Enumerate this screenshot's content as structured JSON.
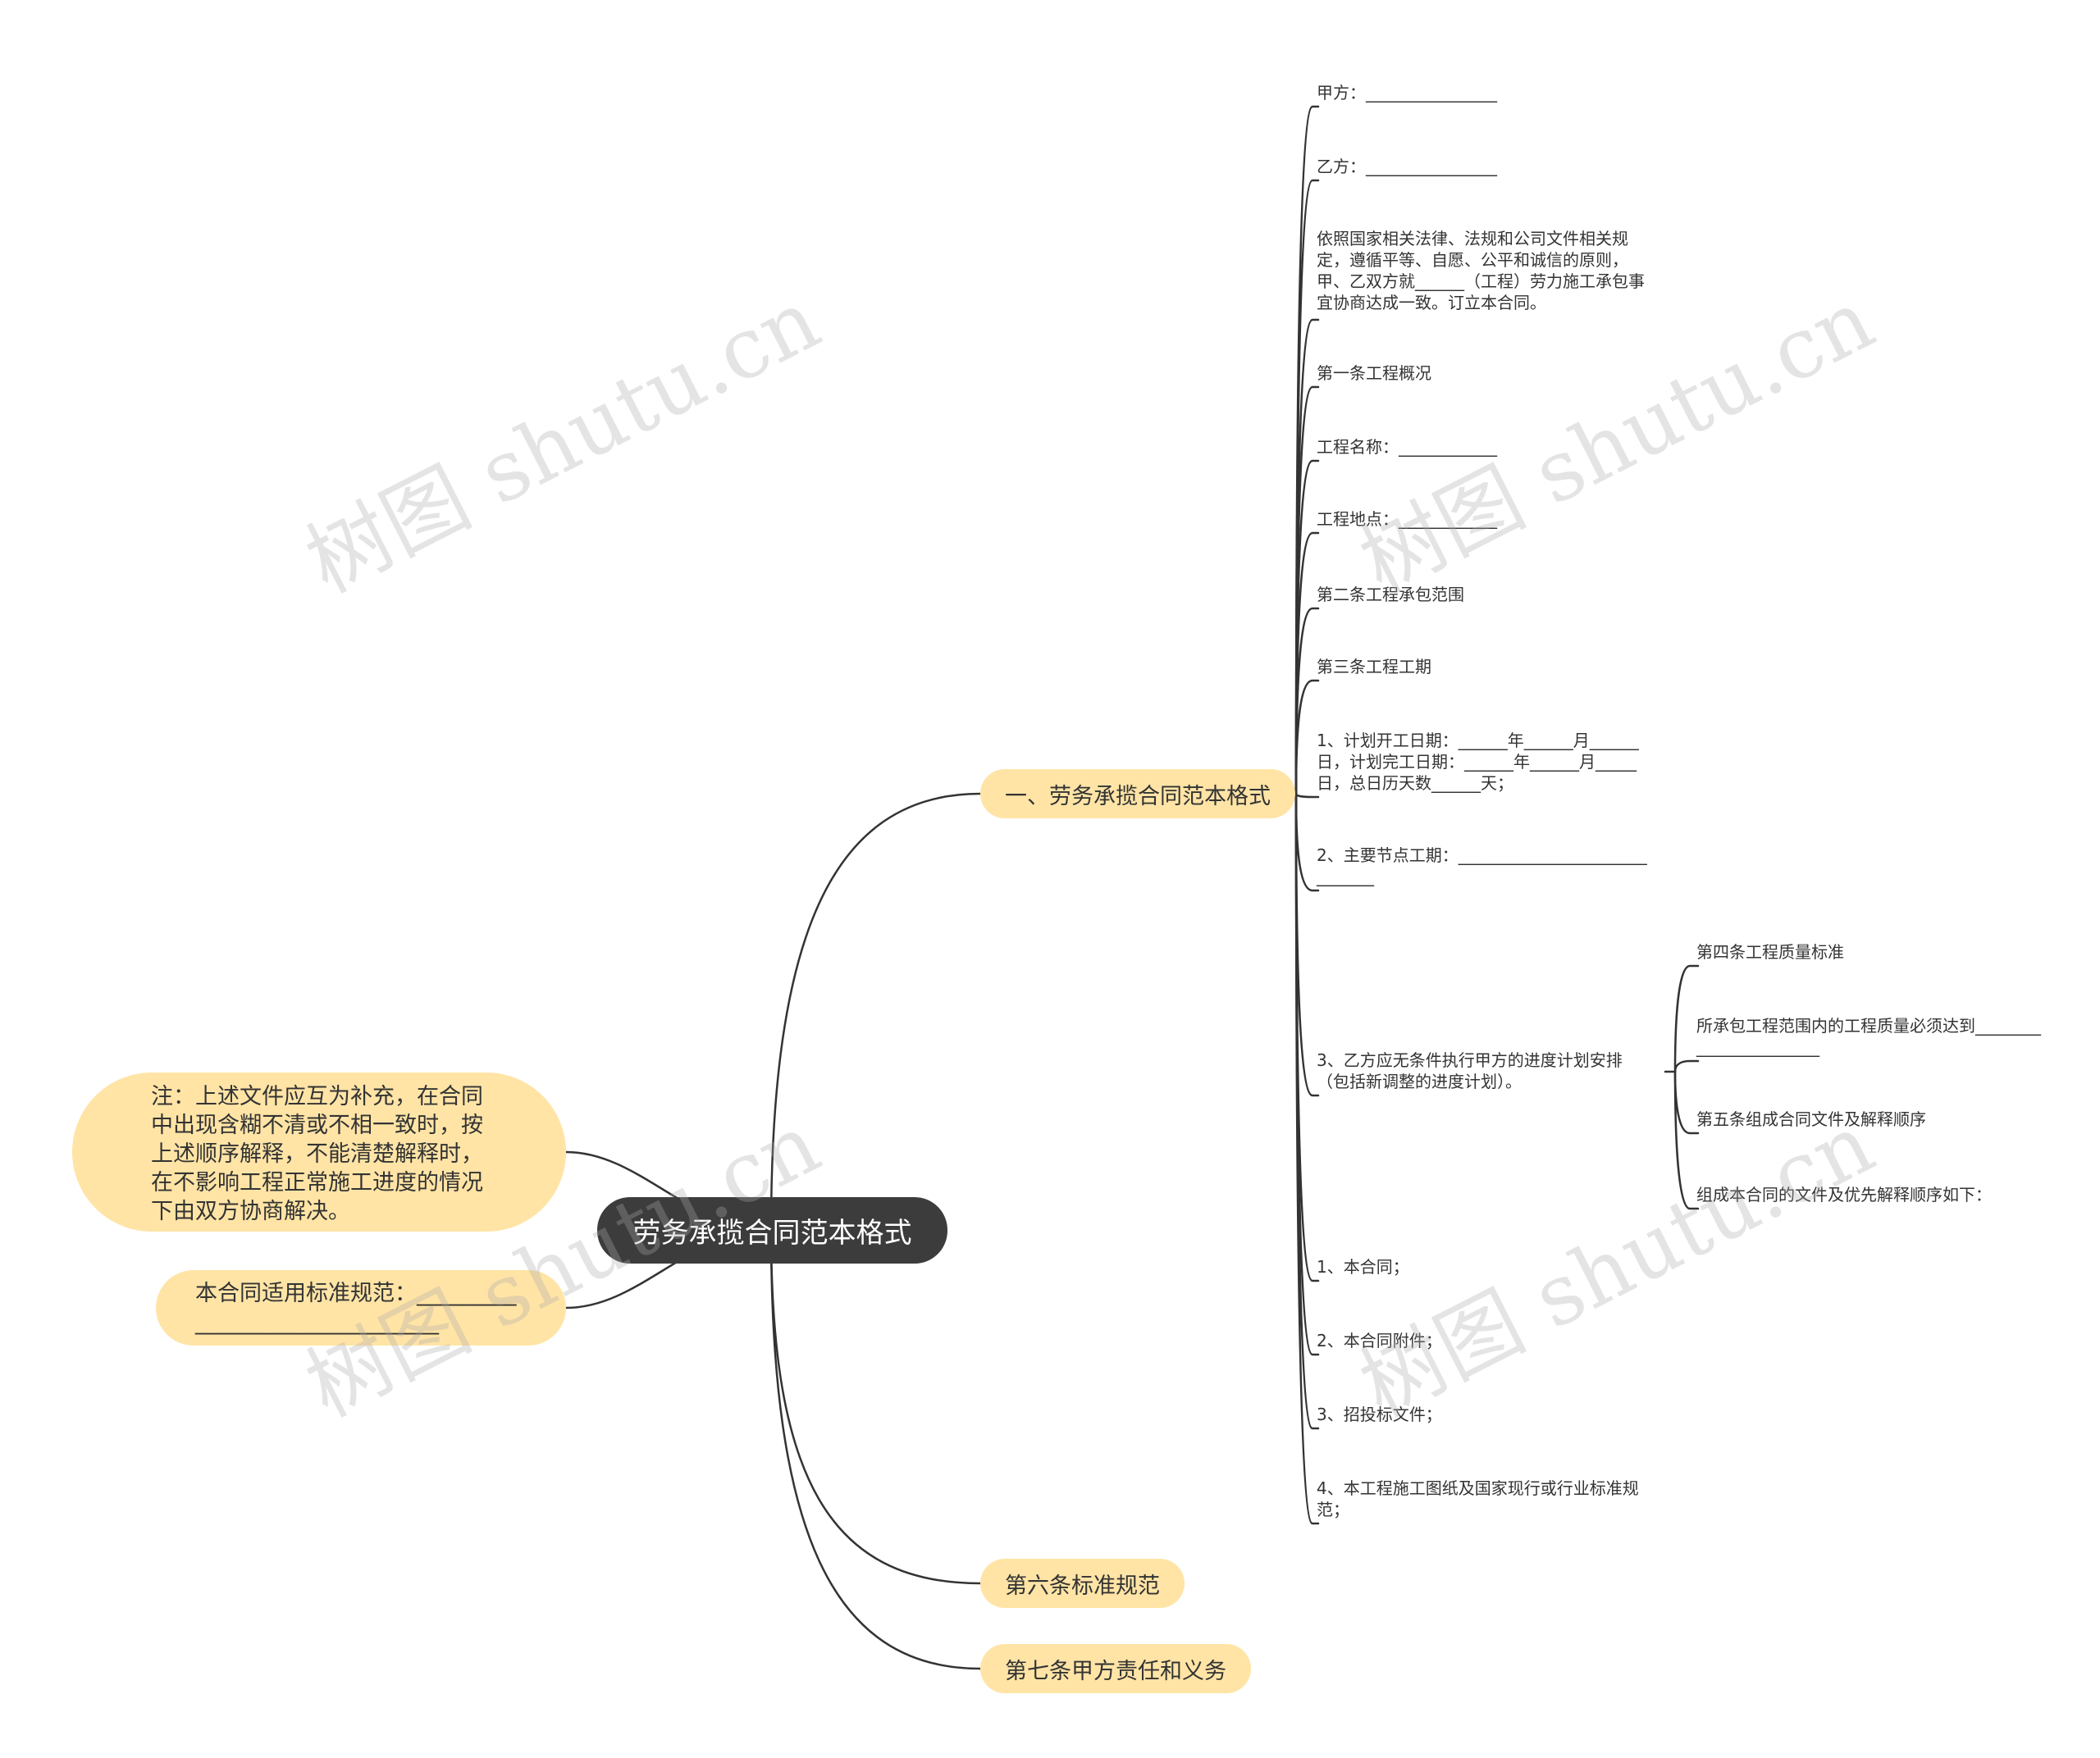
{
  "root": {
    "label": "劳务承揽合同范本格式"
  },
  "branches": {
    "b1": {
      "label": "一、劳务承揽合同范本格式"
    },
    "b6": {
      "label": "第六条标准规范"
    },
    "b7": {
      "label": "第七条甲方责任和义务"
    },
    "note": {
      "label": "注：上述文件应互为补充，在合同中出现含糊不清或不相一致时，按上述顺序解释，不能清楚解释时，在不影响工程正常施工进度的情况下由双方协商解决。"
    },
    "standard": {
      "label": "本合同适用标准规范：_______________________________"
    }
  },
  "leaves": [
    "甲方：________________",
    "乙方：________________",
    "依照国家相关法律、法规和公司文件相关规定，遵循平等、自愿、公平和诚信的原则，甲、乙双方就______（工程）劳力施工承包事宜协商达成一致。订立本合同。",
    "第一条工程概况",
    "工程名称：____________",
    "工程地点：____________",
    "第二条工程承包范围",
    "第三条工程工期",
    "1、计划开工日期：______年______月______日，计划完工日期：______年______月_____日，总日历天数______天；",
    "2、主要节点工期：______________________________",
    "3、乙方应无条件执行甲方的进度计划安排（包括新调整的进度计划）。",
    "1、本合同；",
    "2、本合同附件；",
    "3、招投标文件；",
    "4、本工程施工图纸及国家现行或行业标准规范；"
  ],
  "subleaves": [
    "第四条工程质量标准",
    "所承包工程范围内的工程质量必须达到_______________________",
    "第五条组成合同文件及解释顺序",
    "组成本合同的文件及优先解释顺序如下："
  ],
  "watermark": "树图 shutu.cn",
  "colors": {
    "root": "#3c3c3c",
    "branch": "#ffe4a6",
    "line": "#333333"
  }
}
